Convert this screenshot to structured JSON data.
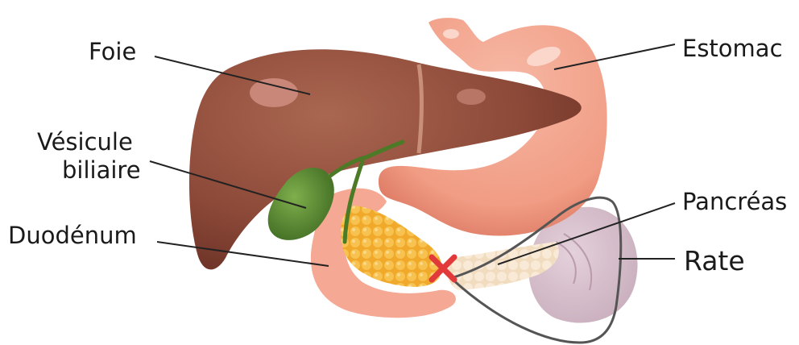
{
  "labels": {
    "foie": "Foie",
    "vesicule_line1": "Vésicule",
    "vesicule_line2": "biliaire",
    "duodenum": "Duodénum",
    "estomac": "Estomac",
    "pancreas": "Pancréas",
    "rate": "Rate"
  },
  "colors": {
    "liver": "#8e4a39",
    "liver_dark": "#6b3226",
    "stomach": "#f19c84",
    "stomach_dark": "#d9735d",
    "gallbladder": "#5f8c35",
    "pancreas": "#f4b63c",
    "spleen": "#b98aa0",
    "removed_mark": "#e23a3a",
    "leader_line": "#222222"
  },
  "icons": [
    "cross-mark-icon"
  ]
}
